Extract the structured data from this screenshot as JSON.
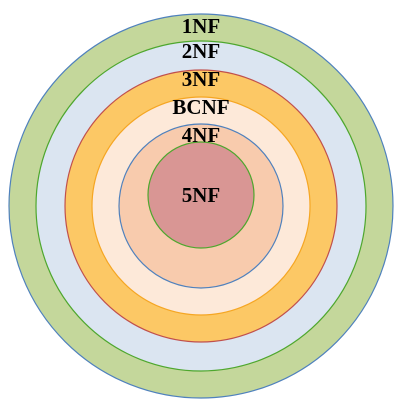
{
  "diagram": {
    "rings": [
      {
        "label": "1NF",
        "fill": "#c4d79b",
        "stroke": "#4f81bd"
      },
      {
        "label": "2NF",
        "fill": "#dbe5f1",
        "stroke": "#4ea72e"
      },
      {
        "label": "3NF",
        "fill": "#fcc865",
        "stroke": "#c0504d"
      },
      {
        "label": "BCNF",
        "fill": "#fde9d9",
        "stroke": "#f5a623"
      },
      {
        "label": "4NF",
        "fill": "#f8cbad",
        "stroke": "#4f81bd"
      },
      {
        "label": "5NF",
        "fill": "#d99694",
        "stroke": "#4ea72e"
      }
    ]
  }
}
